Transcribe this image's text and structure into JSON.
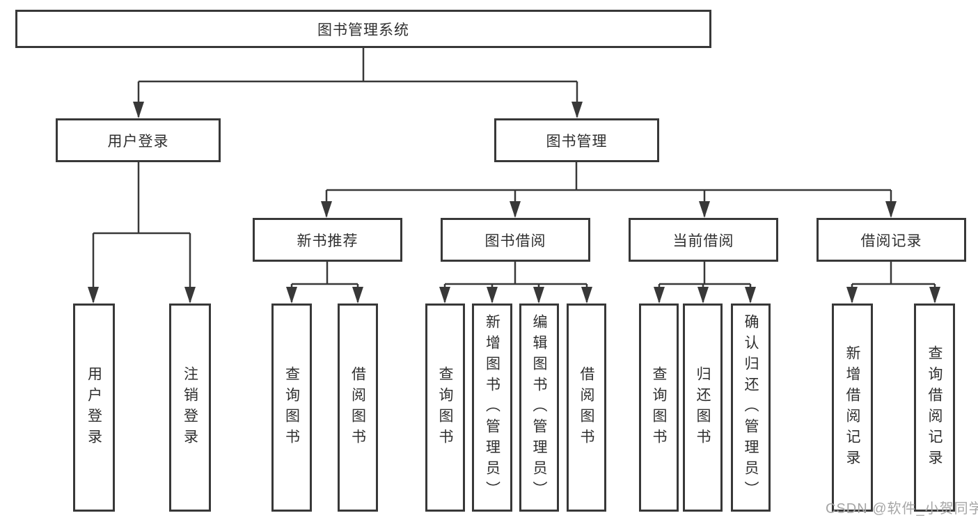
{
  "diagram": {
    "title": "图书管理系统",
    "root": {
      "label": "图书管理系统"
    },
    "level2": [
      {
        "label": "用户登录"
      },
      {
        "label": "图书管理"
      }
    ],
    "level3": [
      {
        "label": "新书推荐"
      },
      {
        "label": "图书借阅"
      },
      {
        "label": "当前借阅"
      },
      {
        "label": "借阅记录"
      }
    ],
    "leaves": [
      {
        "label": "用户登录"
      },
      {
        "label": "注销登录"
      },
      {
        "label": "查询图书"
      },
      {
        "label": "借阅图书"
      },
      {
        "label": "查询图书"
      },
      {
        "label": "新增图书（管理员）"
      },
      {
        "label": "编辑图书（管理员）"
      },
      {
        "label": "借阅图书"
      },
      {
        "label": "查询图书"
      },
      {
        "label": "归还图书"
      },
      {
        "label": "确认归还（管理员）"
      },
      {
        "label": "新增借阅记录"
      },
      {
        "label": "查询借阅记录"
      }
    ],
    "colors": {
      "line": "#383838",
      "box_border": "#383838",
      "text": "#2f2f2f",
      "background": "#ffffff",
      "watermark": "#a6a6a6"
    }
  },
  "watermark": {
    "text": "CSDN @软件_小贺同学"
  }
}
